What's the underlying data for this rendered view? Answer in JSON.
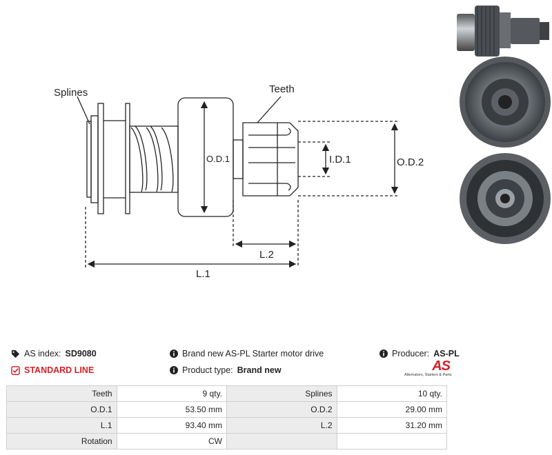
{
  "diagram": {
    "label_splines": "Splines",
    "label_teeth": "Teeth",
    "label_od1": "O.D.1",
    "label_id1": "I.D.1",
    "label_od2": "O.D.2",
    "label_l2": "L.2",
    "label_l1": "L.1"
  },
  "info": {
    "as_index_label": "AS index:",
    "as_index_value": "SD9080",
    "standard_line": "STANDARD LINE",
    "description": "Brand new AS-PL Starter motor drive",
    "product_type_label": "Product type:",
    "product_type_value": "Brand new",
    "producer_label": "Producer:",
    "producer_value": "AS-PL",
    "logo_text": "AS",
    "logo_subtext": "Alternators, Starters & Parts"
  },
  "specs": [
    {
      "label1": "Teeth",
      "value1": "9 qty.",
      "label2": "Splines",
      "value2": "10 qty."
    },
    {
      "label1": "O.D.1",
      "value1": "53.50 mm",
      "label2": "O.D.2",
      "value2": "29.00 mm"
    },
    {
      "label1": "L.1",
      "value1": "93.40 mm",
      "label2": "L.2",
      "value2": "31.20 mm"
    },
    {
      "label1": "Rotation",
      "value1": "CW",
      "label2": "",
      "value2": ""
    }
  ],
  "colors": {
    "accent_red": "#d42027",
    "table_header_bg": "#ececec",
    "table_border": "#cfcfcf"
  }
}
